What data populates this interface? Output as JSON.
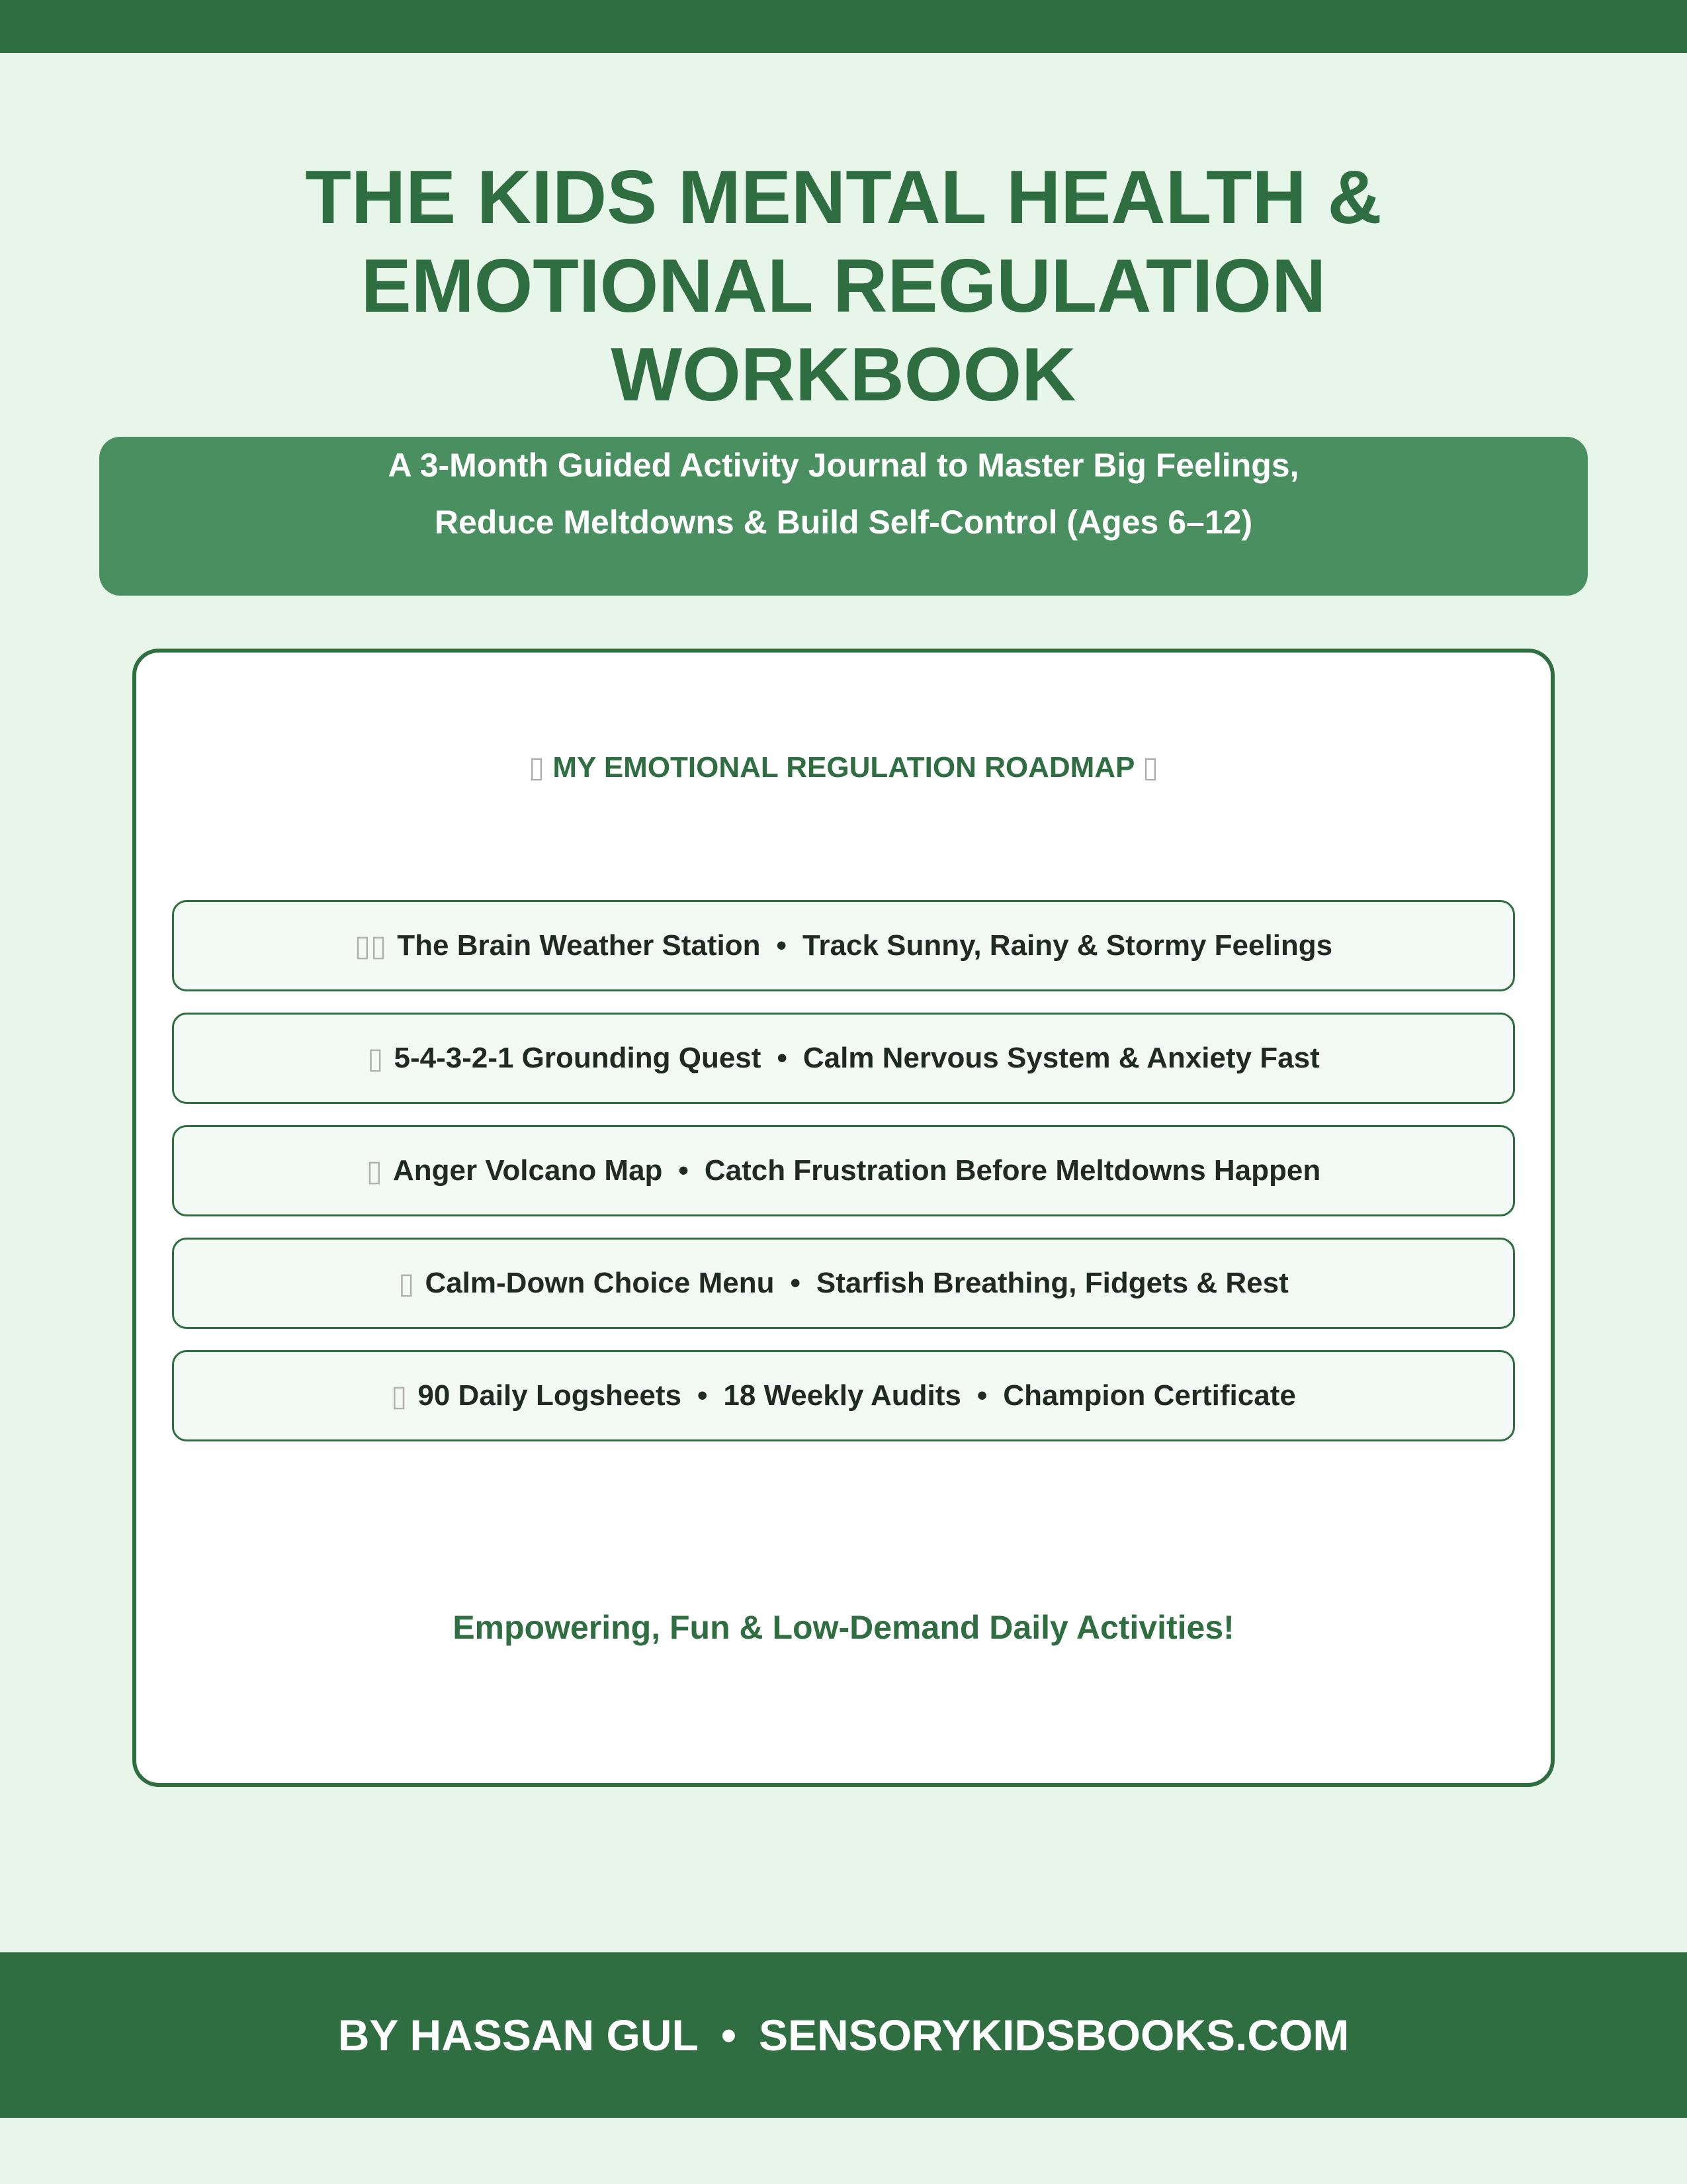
{
  "colors": {
    "primary_green": "#2e6e40",
    "banner_green": "#4a8f5f",
    "page_background": "#e8f5e9",
    "card_background": "#ffffff",
    "item_background": "#f3faf5"
  },
  "title": {
    "lines": [
      "THE KIDS MENTAL HEALTH &",
      "EMOTIONAL REGULATION",
      "WORKBOOK"
    ]
  },
  "subtitle": {
    "lines": [
      "A 3-Month Guided Activity Journal to Master Big Feelings,",
      "Reduce Meltdowns & Build Self-Control (Ages 6–12)"
    ]
  },
  "roadmap": {
    "title": "MY EMOTIONAL REGULATION ROADMAP",
    "separator": "•",
    "items": [
      {
        "icon": "weather-icon",
        "name": "The Brain Weather Station",
        "detail": "Track Sunny, Rainy & Stormy Feelings"
      },
      {
        "icon": "grounding-icon",
        "name": "5-4-3-2-1 Grounding Quest",
        "detail": "Calm Nervous System & Anxiety Fast"
      },
      {
        "icon": "volcano-icon",
        "name": "Anger Volcano Map",
        "detail": "Catch Frustration Before Meltdowns Happen"
      },
      {
        "icon": "menu-icon",
        "name": "Calm-Down Choice Menu",
        "detail": "Starfish Breathing, Fidgets & Rest"
      },
      {
        "icon": "logbook-icon",
        "name": "90 Daily Logsheets",
        "detail": "18 Weekly Audits",
        "extra": "Champion Certificate"
      }
    ]
  },
  "tagline": "Empowering, Fun & Low-Demand Daily Activities!",
  "footer": {
    "author": "BY HASSAN GUL",
    "separator": "•",
    "website": "SENSORYKIDSBOOKS.COM"
  }
}
